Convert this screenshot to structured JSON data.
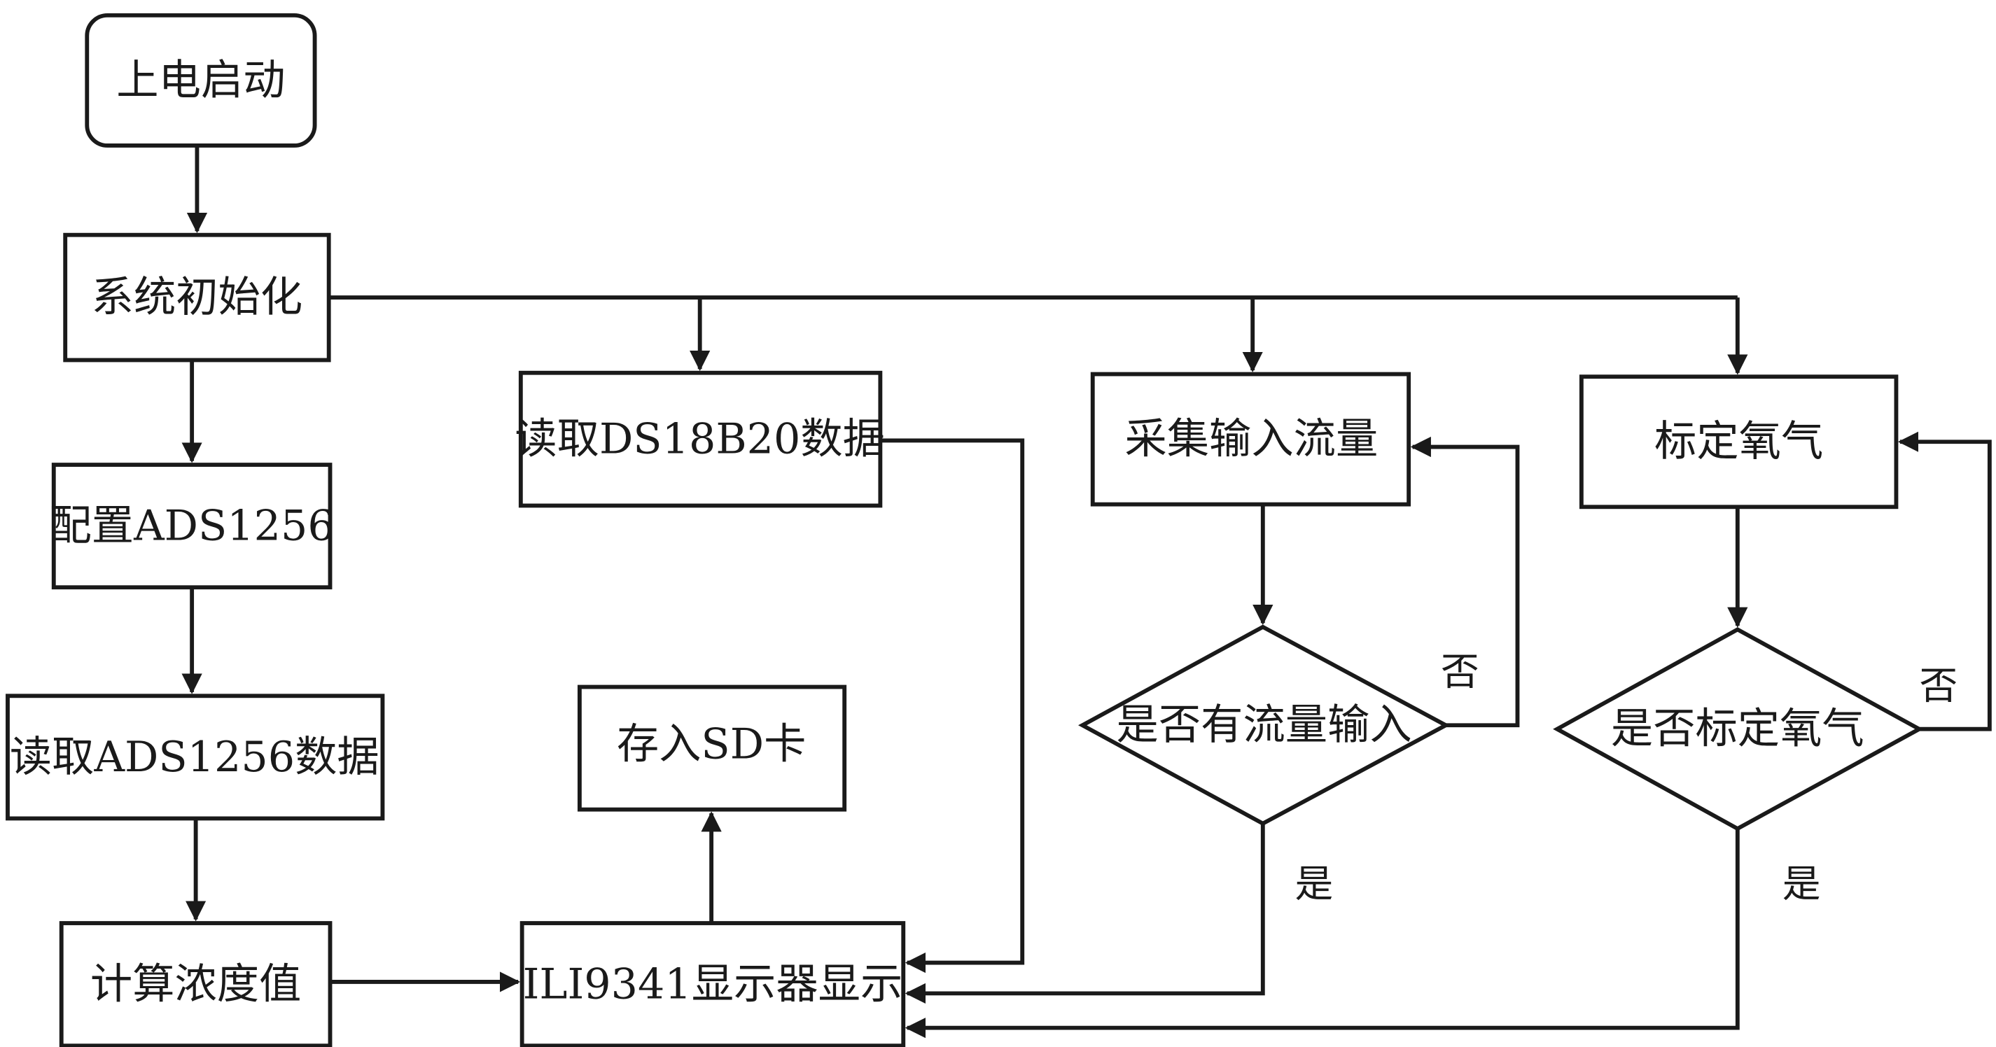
{
  "nodes": {
    "power_on": "上电启动",
    "sys_init": "系统初始化",
    "config_ads": "配置ADS1256",
    "read_ads": "读取ADS1256数据",
    "calc_conc": "计算浓度值",
    "read_ds18b20": "读取DS18B20数据",
    "save_sd": "存入SD卡",
    "display": "ILI9341显示器显示",
    "collect_flow": "采集输入流量",
    "flow_decision": "是否有流量输入",
    "calib_oxygen": "标定氧气",
    "calib_decision": "是否标定氧气"
  },
  "edge_labels": {
    "flow_no": "否",
    "flow_yes": "是",
    "calib_no": "否",
    "calib_yes": "是"
  }
}
